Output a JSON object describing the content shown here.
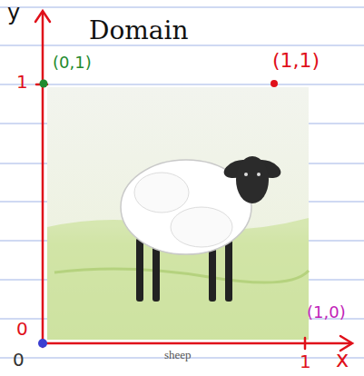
{
  "diagram": {
    "title": "Domain",
    "caption": "sheep",
    "labels": [
      "y",
      "(0,1)",
      "(1,1)",
      "1",
      "0",
      "0",
      "(1,0)",
      "1",
      "x"
    ]
  }
}
